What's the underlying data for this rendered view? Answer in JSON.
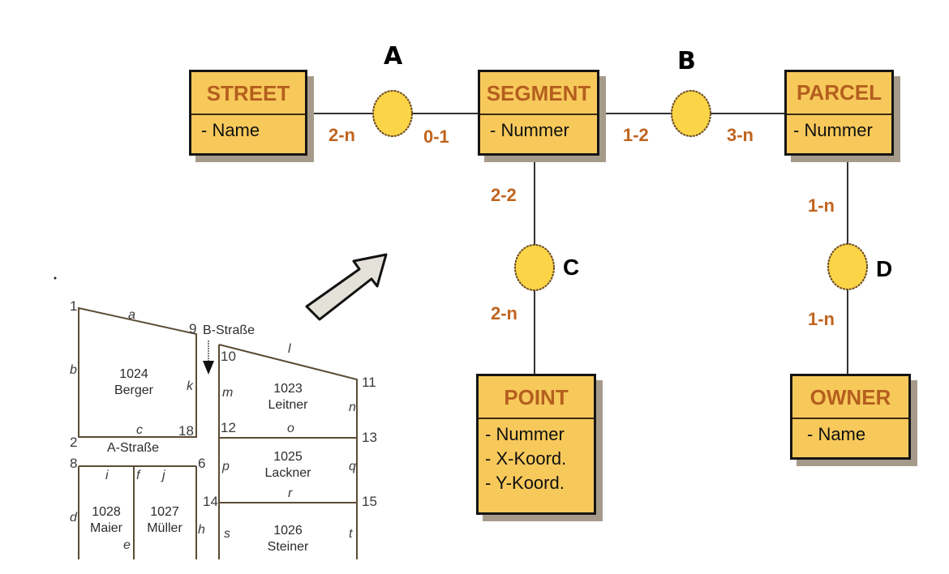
{
  "colors": {
    "entity_fill": "#f7c95b",
    "entity_border": "#151515",
    "entity_title": "#b45f1e",
    "cardinality": "#c0641e",
    "relationship_fill": "#fbd547",
    "arrow_fill": "#e4e2d8"
  },
  "entities": {
    "street": {
      "title": "STREET",
      "attributes": [
        "- Name"
      ]
    },
    "segment": {
      "title": "SEGMENT",
      "attributes": [
        "- Nummer"
      ]
    },
    "parcel": {
      "title": "PARCEL",
      "attributes": [
        "- Nummer"
      ]
    },
    "point": {
      "title": "POINT",
      "attributes": [
        "- Nummer",
        "- X-Koord.",
        "- Y-Koord."
      ]
    },
    "owner": {
      "title": "OWNER",
      "attributes": [
        "- Name"
      ]
    }
  },
  "relationships": {
    "a": {
      "label": "A",
      "from": "STREET",
      "to": "SEGMENT",
      "card_from": "2-n",
      "card_to": "0-1"
    },
    "b": {
      "label": "B",
      "from": "SEGMENT",
      "to": "PARCEL",
      "card_from": "1-2",
      "card_to": "3-n"
    },
    "c": {
      "label": "C",
      "from": "SEGMENT",
      "to": "POINT",
      "card_from": "2-2",
      "card_to": "2-n"
    },
    "d": {
      "label": "D",
      "from": "PARCEL",
      "to": "OWNER",
      "card_from": "1-n",
      "card_to": "1-n"
    }
  },
  "cadastral_map": {
    "streets": {
      "a": "A-Straße",
      "b": "B-Straße"
    },
    "parcels": [
      {
        "number": "1024",
        "owner": "Berger"
      },
      {
        "number": "1023",
        "owner": "Leitner"
      },
      {
        "number": "1025",
        "owner": "Lackner"
      },
      {
        "number": "1026",
        "owner": "Steiner"
      },
      {
        "number": "1028",
        "owner": "Maier"
      },
      {
        "number": "1027",
        "owner": "Müller"
      }
    ],
    "point_numbers": {
      "p1": "1",
      "p2": "2",
      "p6": "6",
      "p8": "8",
      "p9": "9",
      "p10": "10",
      "p11": "11",
      "p12": "12",
      "p13": "13",
      "p14": "14",
      "p15": "15",
      "p18": "18"
    },
    "segment_letters": {
      "a": "a",
      "b": "b",
      "c": "c",
      "d": "d",
      "e": "e",
      "f": "f",
      "h": "h",
      "i": "i",
      "j": "j",
      "k": "k",
      "l": "l",
      "m": "m",
      "n": "n",
      "o": "o",
      "p": "p",
      "q": "q",
      "r": "r",
      "s": "s",
      "t": "t"
    }
  }
}
